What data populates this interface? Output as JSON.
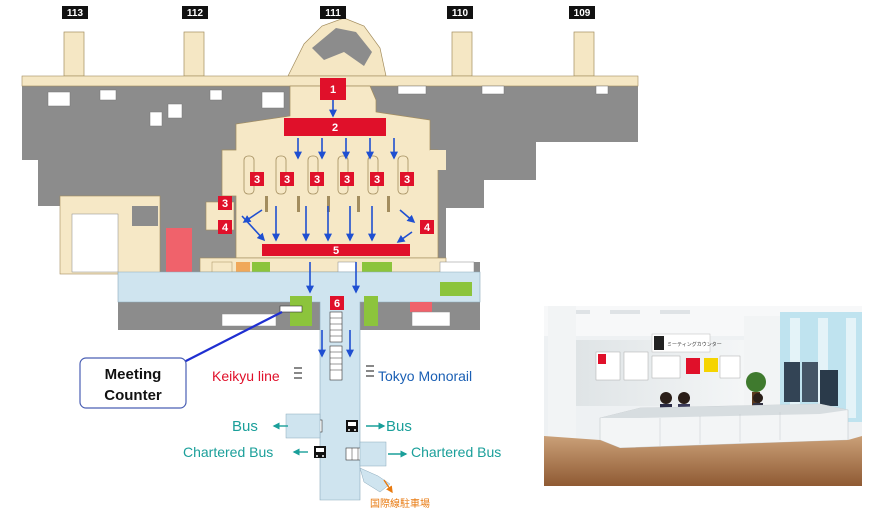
{
  "gates": [
    "113",
    "112",
    "111",
    "110",
    "109"
  ],
  "steps": {
    "s1": "1",
    "s2": "2",
    "s3": "3",
    "s4": "4",
    "s5": "5",
    "s6": "6"
  },
  "labels": {
    "meeting_counter_line1": "Meeting",
    "meeting_counter_line2": "Counter",
    "keikyu_line": "Keikyu line",
    "tokyo_monorail": "Tokyo Monorail",
    "bus_left": "Bus",
    "bus_right": "Bus",
    "chartered_bus_left": "Chartered Bus",
    "chartered_bus_right": "Chartered Bus",
    "parking_jp": "国際線駐車場"
  },
  "photo": {
    "sign_text": "ミーティングカウンター"
  },
  "colors": {
    "wall": "#8c8c8c",
    "beige": "#f6e8c6",
    "corridor": "#cfe4ef",
    "red": "#e0102a",
    "arrow": "#1f4fd1",
    "green": "#8cc43c",
    "teal": "#1a9f9a"
  }
}
